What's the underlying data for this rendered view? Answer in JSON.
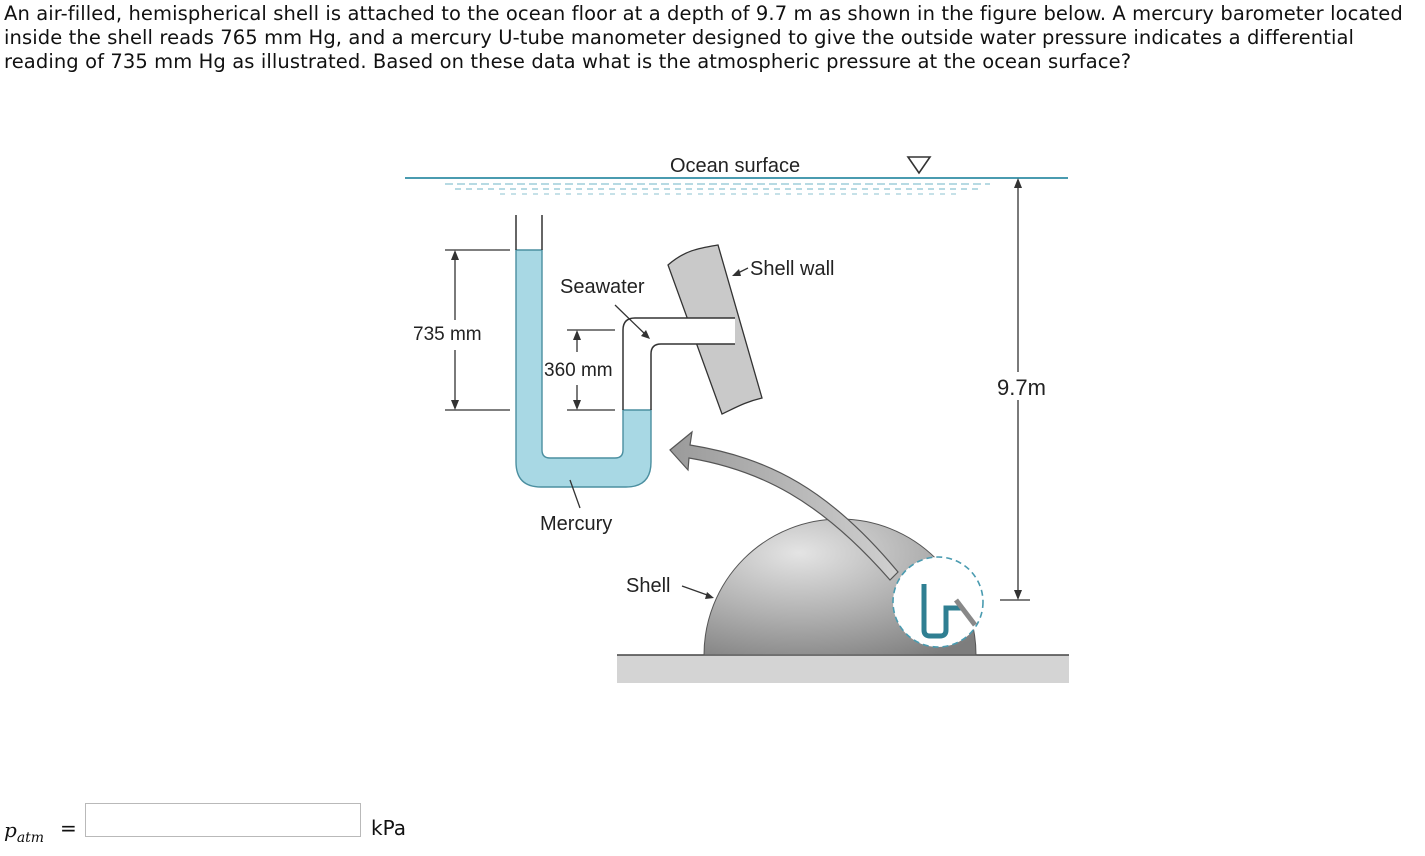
{
  "question": {
    "text": "An air-filled, hemispherical shell is attached to the ocean floor at a depth of 9.7 m as shown in the figure below. A mercury barometer located inside the shell reads 765 mm Hg, and a mercury U-tube manometer designed to give the outside water pressure indicates a differential reading of 735 mm Hg as illustrated. Based on these data what is the atmospheric pressure at the ocean surface?"
  },
  "figure": {
    "ocean_surface": "Ocean surface",
    "seawater": "Seawater",
    "shell_wall": "Shell wall",
    "dim_735": "735 mm",
    "dim_360": "360 mm",
    "mercury": "Mercury",
    "shell": "Shell",
    "depth": "9.7m",
    "colors": {
      "water_line": "#4a9bb0",
      "mercury_fill": "#a8d8e4",
      "mercury_stroke": "#4b8fa0",
      "shell_fill": "#a6a6a6",
      "ground": "#d4d4d4",
      "wall": "#c9c9c9"
    }
  },
  "answer": {
    "symbol": "p",
    "subscript": "atm",
    "equals": "=",
    "value": "",
    "unit": "kPa"
  }
}
